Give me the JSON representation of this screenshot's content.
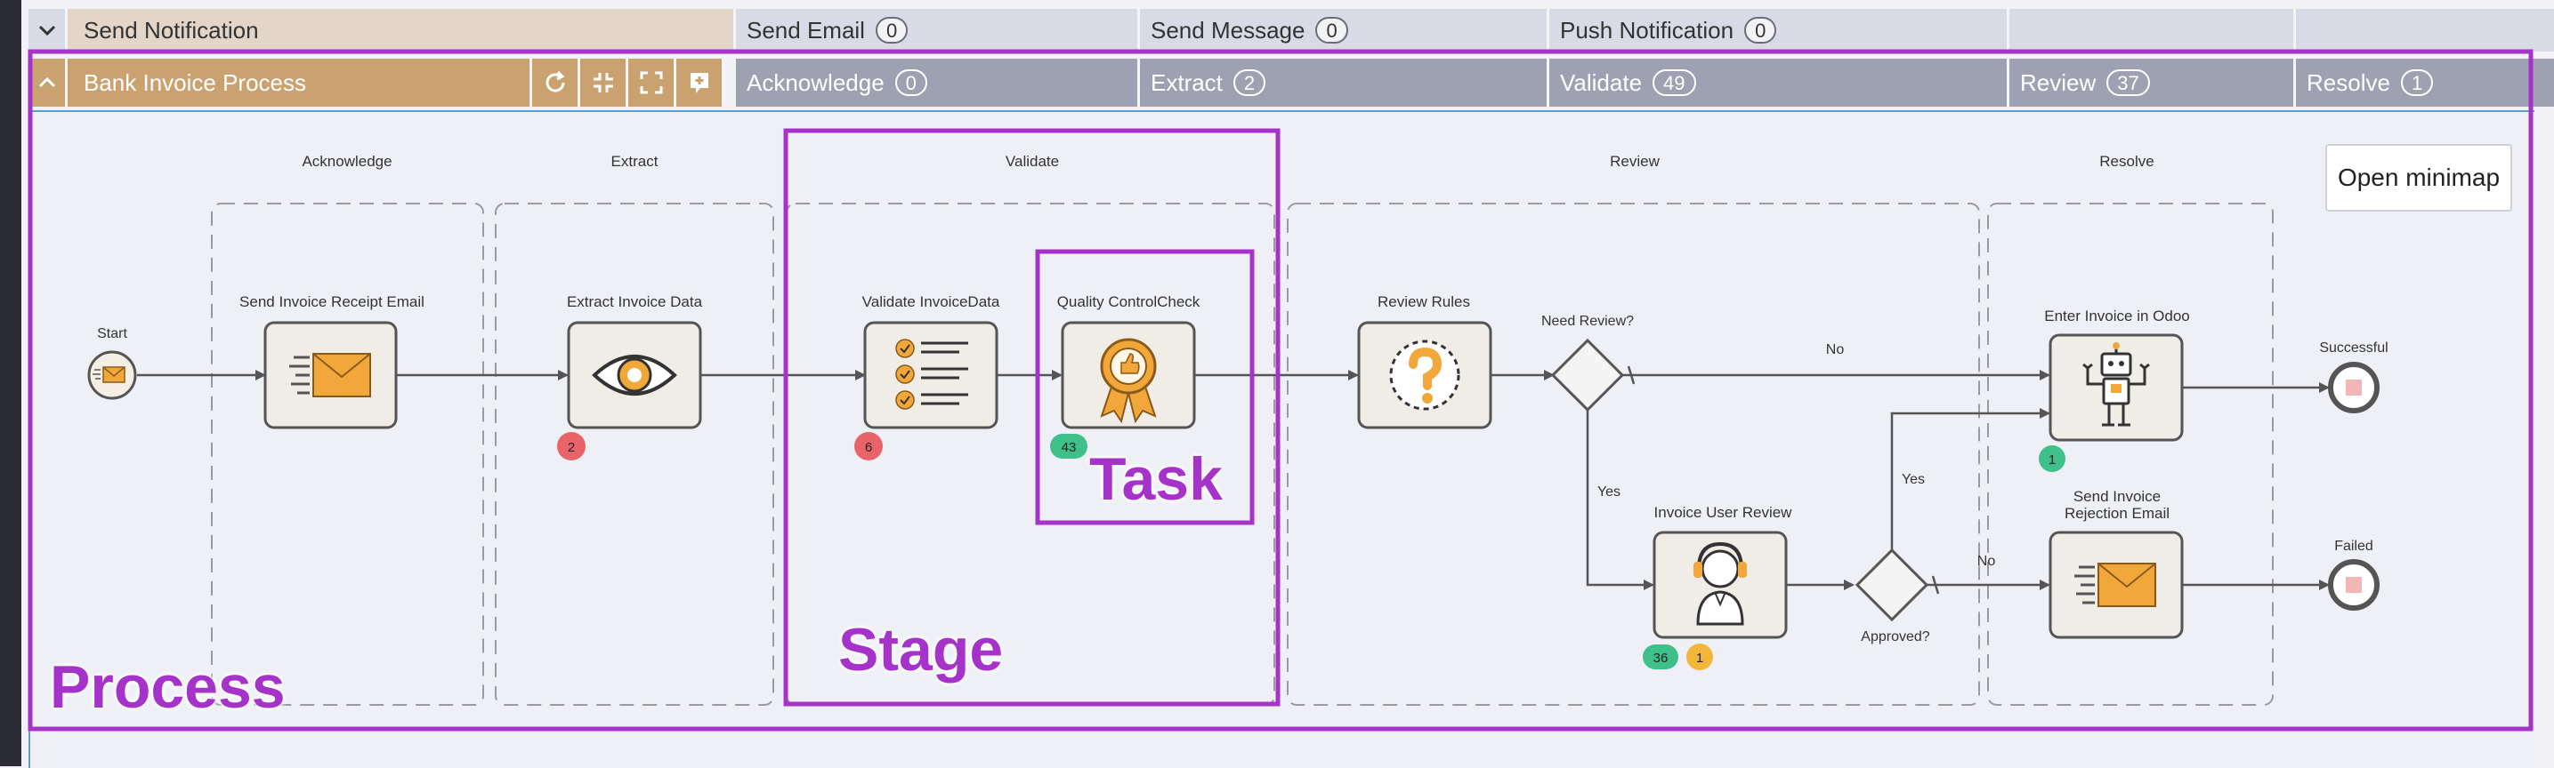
{
  "header_rows": {
    "notification": {
      "title": "Send Notification",
      "stages": [
        {
          "label": "Send Email",
          "count": "0"
        },
        {
          "label": "Send Message",
          "count": "0"
        },
        {
          "label": "Push Notification",
          "count": "0"
        },
        {
          "label": "",
          "count": ""
        },
        {
          "label": "",
          "count": ""
        }
      ]
    },
    "invoice": {
      "title": "Bank Invoice Process",
      "stages": [
        {
          "label": "Acknowledge",
          "count": "0"
        },
        {
          "label": "Extract",
          "count": "2"
        },
        {
          "label": "Validate",
          "count": "49"
        },
        {
          "label": "Review",
          "count": "37"
        },
        {
          "label": "Resolve",
          "count": "1"
        }
      ]
    }
  },
  "icons": {
    "collapse": "chevron-down-icon",
    "expand": "chevron-up-icon",
    "refresh": "refresh-icon",
    "collapse_all": "collapse-icon",
    "expand_all": "fullscreen-icon",
    "add_note": "add-note-icon"
  },
  "diagram": {
    "stage_titles": [
      "Acknowledge",
      "Extract",
      "Validate",
      "Review",
      "Resolve"
    ],
    "start_label": "Start",
    "tasks": {
      "receipt": "Send Invoice Receipt Email",
      "extract": "Extract Invoice Data",
      "validate": "Validate InvoiceData",
      "quality": "Quality ControlCheck",
      "review_rules": "Review Rules",
      "user_review": "Invoice User Review",
      "odoo": "Enter Invoice in Odoo",
      "rejection_1": "Send Invoice",
      "rejection_2": "Rejection Email"
    },
    "gateways": {
      "need_review": "Need Review?",
      "approved": "Approved?"
    },
    "flows": {
      "no": "No",
      "yes": "Yes"
    },
    "ends": {
      "successful": "Successful",
      "failed": "Failed"
    },
    "counters": {
      "extract_red": "2",
      "validate_red": "6",
      "quality_green": "43",
      "user_review_green": "36",
      "user_review_orange": "1",
      "odoo_green": "1"
    }
  },
  "minimap_button": "Open minimap",
  "annotations": {
    "process": "Process",
    "stage": "Stage",
    "task": "Task"
  },
  "colors": {
    "annotation": "#a633c9",
    "accent_orange": "#f2a73a",
    "badge_red": "#e86468",
    "badge_green": "#3fbf8a",
    "badge_orange": "#f2b63a"
  }
}
